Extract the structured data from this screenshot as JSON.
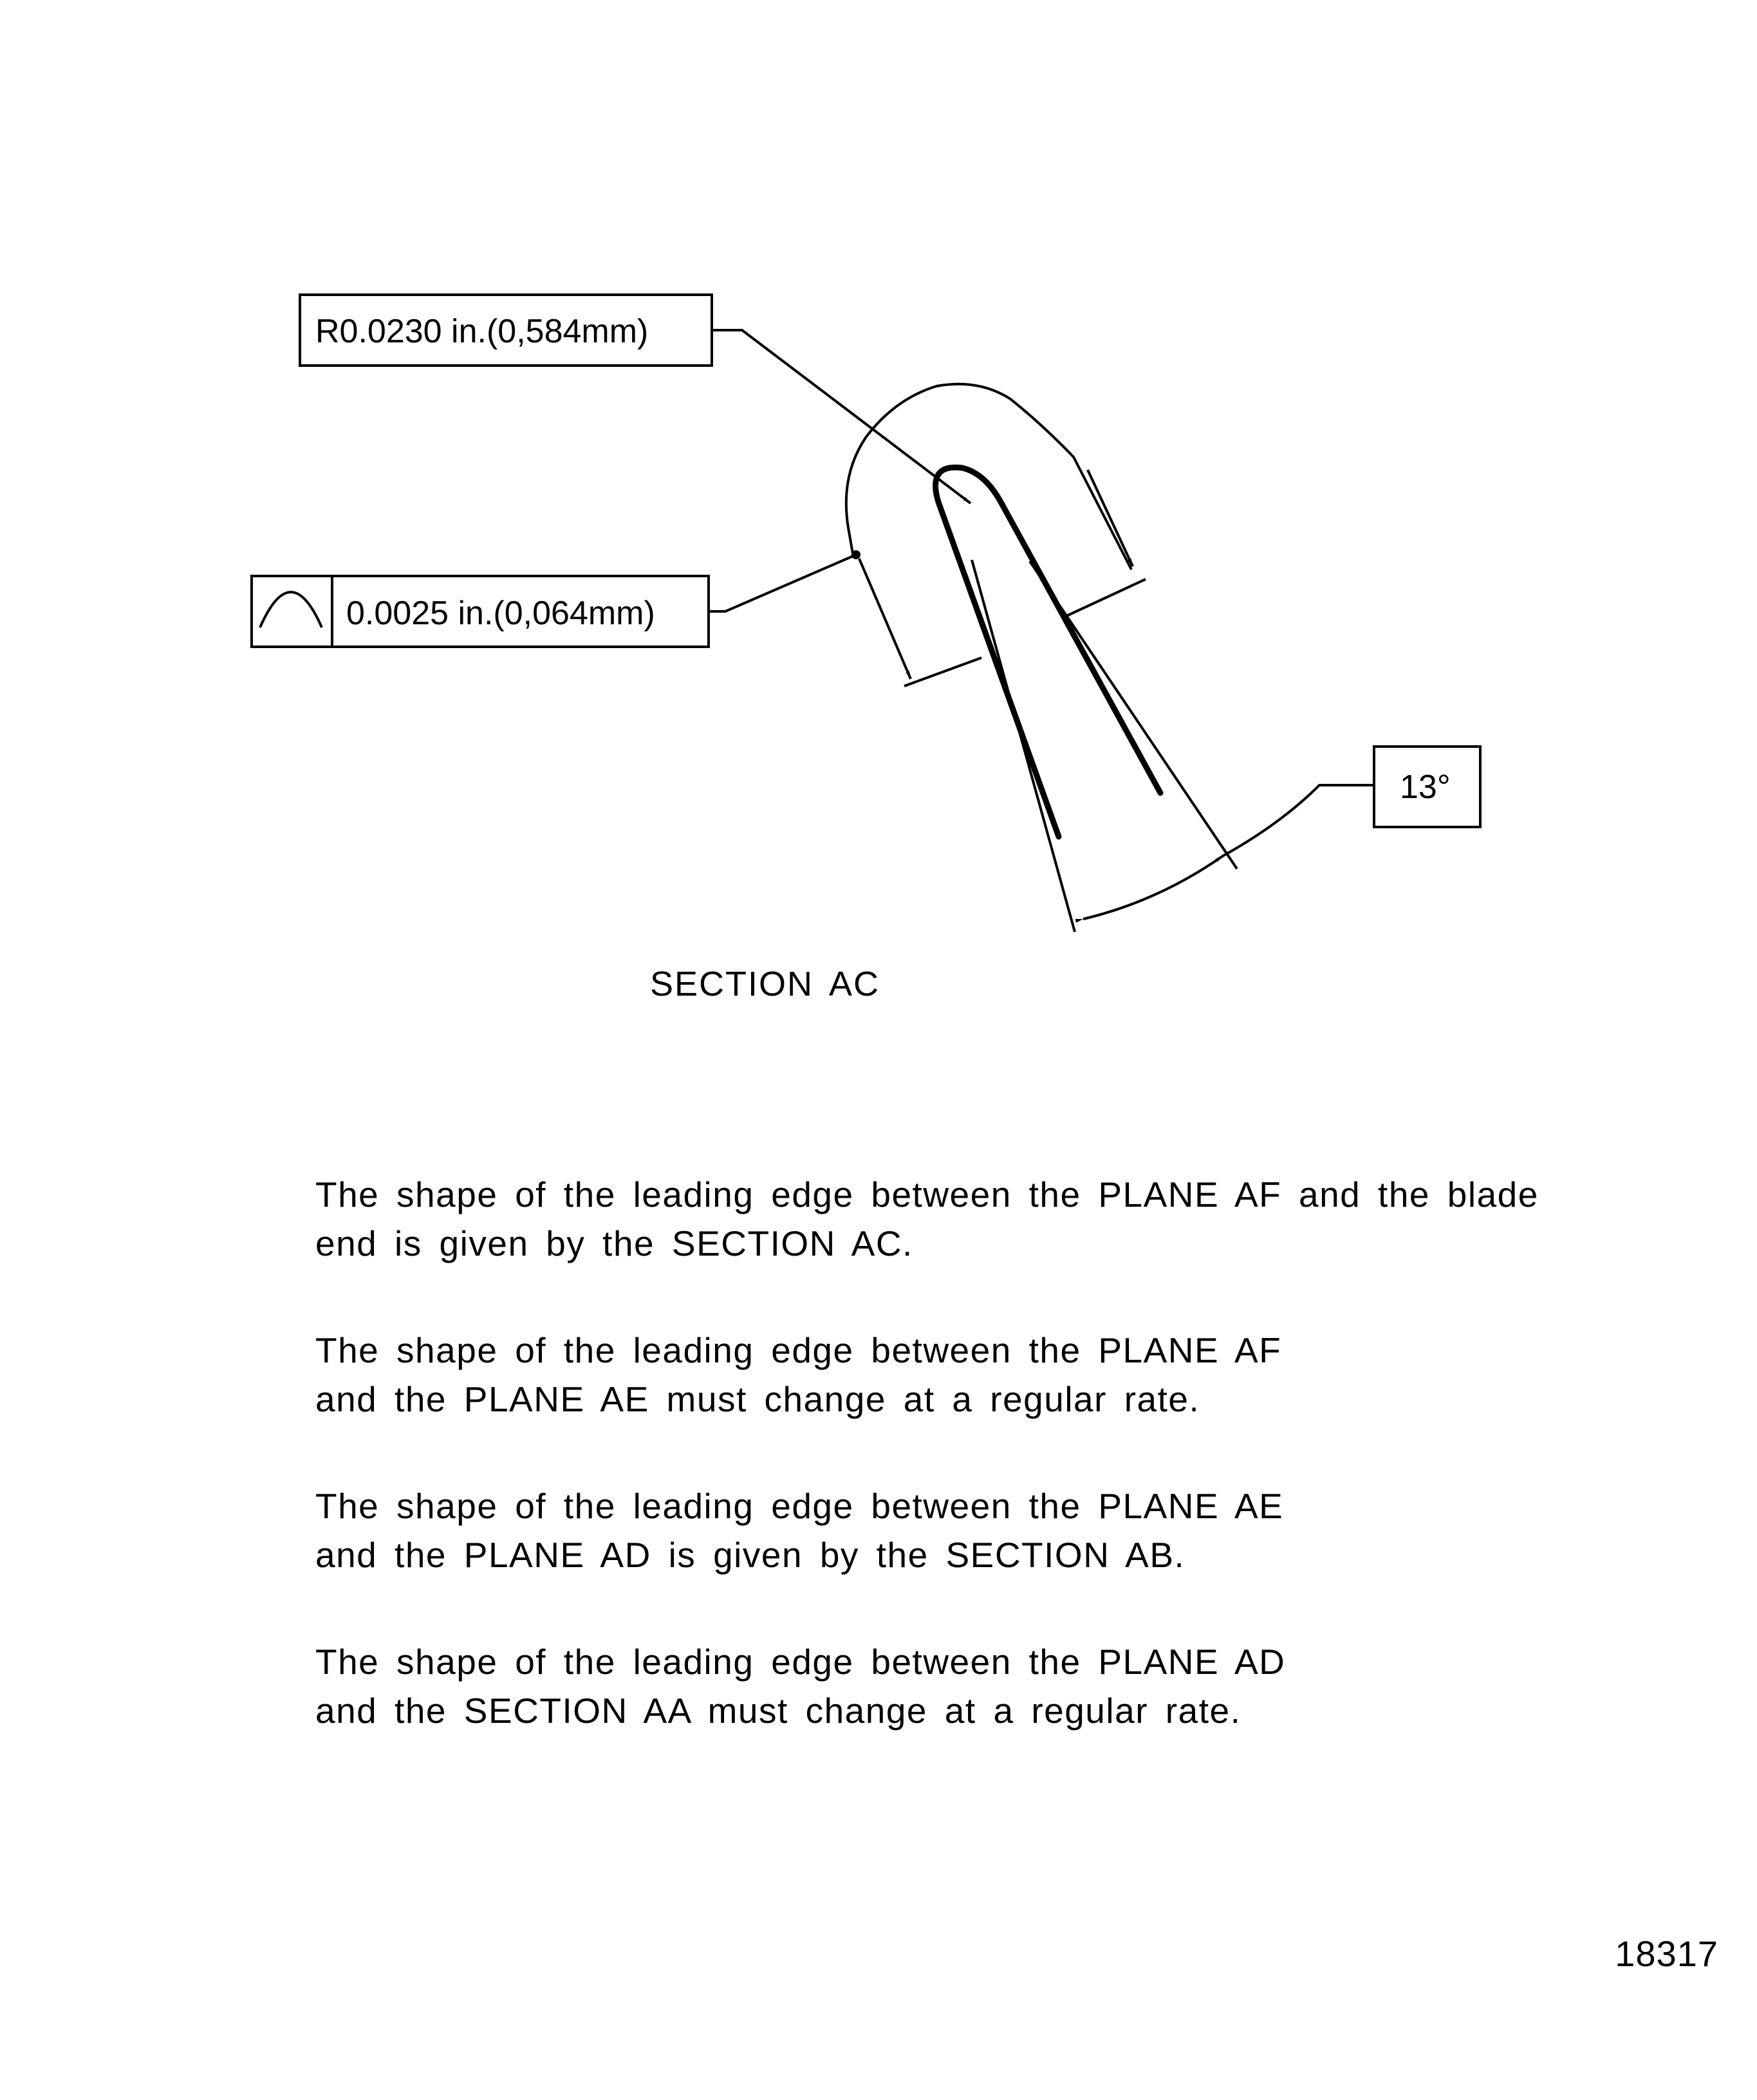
{
  "callouts": {
    "radius": "R0.0230 in.(0,584mm)",
    "profile_tolerance": "0.0025 in.(0,064mm)",
    "angle": "13°"
  },
  "section_title": "SECTION  AC",
  "notes": [
    {
      "line1": "The shape of the leading edge between the PLANE AF and the blade",
      "line2": "end is given by the SECTION AC."
    },
    {
      "line1": "The shape of the leading edge between the PLANE AF",
      "line2": "and the PLANE AE must change at a regular rate."
    },
    {
      "line1": "The shape of the leading edge between the PLANE AE",
      "line2": "and the PLANE AD is given by the SECTION AB."
    },
    {
      "line1": "The shape of the leading edge between the PLANE AD",
      "line2": "and the SECTION AA  must change at a regular rate."
    }
  ],
  "drawing_number": "18317",
  "icons": {
    "profile_symbol": "profile-of-a-line-icon"
  }
}
